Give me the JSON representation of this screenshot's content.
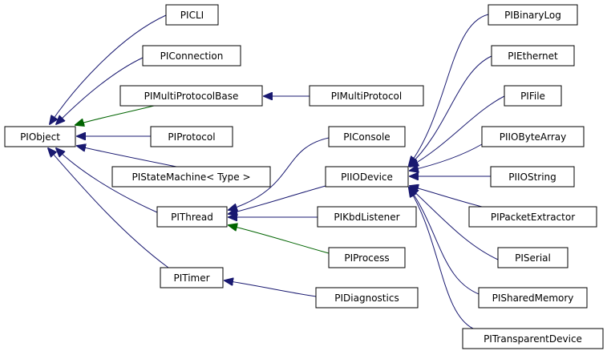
{
  "colors": {
    "inheritance": "#191970",
    "protected": "#006400",
    "node_border": "#000000",
    "background": "#ffffff"
  },
  "nodes": {
    "picli": "PICLI",
    "piconnection": "PIConnection",
    "pimultiprotocolbase": "PIMultiProtocolBase",
    "pimultiprotocol": "PIMultiProtocol",
    "piobject": "PIObject",
    "piprotocol": "PIProtocol",
    "pistatemachine": "PIStateMachine< Type >",
    "pithread": "PIThread",
    "pitimer": "PITimer",
    "piconsole": "PIConsole",
    "piiodevice": "PIIODevice",
    "pikbdlistener": "PIKbdListener",
    "piprocess": "PIProcess",
    "pidiagnostics": "PIDiagnostics",
    "pibinarylog": "PIBinaryLog",
    "piethernet": "PIEthernet",
    "pifile": "PIFile",
    "piiobytearray": "PIIOByteArray",
    "piiostring": "PIIOString",
    "pipacketextractor": "PIPacketExtractor",
    "piserial": "PISerial",
    "pisharedmemory": "PISharedMemory",
    "pitransparentdevice": "PITransparentDevice"
  },
  "edges": [
    {
      "from": "picli",
      "to": "piobject",
      "kind": "public"
    },
    {
      "from": "piconnection",
      "to": "piobject",
      "kind": "public"
    },
    {
      "from": "pimultiprotocolbase",
      "to": "piobject",
      "kind": "protected"
    },
    {
      "from": "piprotocol",
      "to": "piobject",
      "kind": "public"
    },
    {
      "from": "pistatemachine",
      "to": "piobject",
      "kind": "public"
    },
    {
      "from": "pithread",
      "to": "piobject",
      "kind": "public"
    },
    {
      "from": "pitimer",
      "to": "piobject",
      "kind": "public"
    },
    {
      "from": "pimultiprotocol",
      "to": "pimultiprotocolbase",
      "kind": "public"
    },
    {
      "from": "piconsole",
      "to": "pithread",
      "kind": "public"
    },
    {
      "from": "piiodevice",
      "to": "pithread",
      "kind": "public"
    },
    {
      "from": "pikbdlistener",
      "to": "pithread",
      "kind": "public"
    },
    {
      "from": "piprocess",
      "to": "pithread",
      "kind": "protected"
    },
    {
      "from": "pidiagnostics",
      "to": "pitimer",
      "kind": "public"
    },
    {
      "from": "pibinarylog",
      "to": "piiodevice",
      "kind": "public"
    },
    {
      "from": "piethernet",
      "to": "piiodevice",
      "kind": "public"
    },
    {
      "from": "pifile",
      "to": "piiodevice",
      "kind": "public"
    },
    {
      "from": "piiobytearray",
      "to": "piiodevice",
      "kind": "public"
    },
    {
      "from": "piiostring",
      "to": "piiodevice",
      "kind": "public"
    },
    {
      "from": "pipacketextractor",
      "to": "piiodevice",
      "kind": "public"
    },
    {
      "from": "piserial",
      "to": "piiodevice",
      "kind": "public"
    },
    {
      "from": "pisharedmemory",
      "to": "piiodevice",
      "kind": "public"
    },
    {
      "from": "pitransparentdevice",
      "to": "piiodevice",
      "kind": "public"
    }
  ]
}
